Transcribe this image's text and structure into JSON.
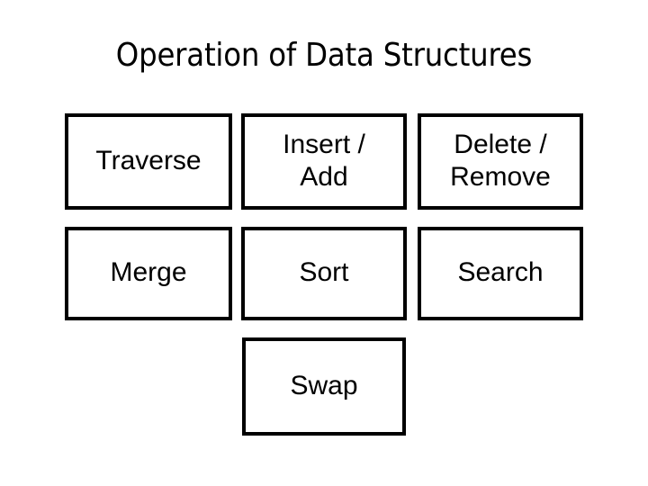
{
  "slide": {
    "title": "Operation of Data Structures",
    "background_color": "#ffffff",
    "text_color": "#000000",
    "border_color": "#000000"
  },
  "boxes": [
    {
      "id": "traverse",
      "label": "Traverse",
      "row": 1,
      "column": 1
    },
    {
      "id": "insert-add",
      "label": "Insert /\nAdd",
      "row": 1,
      "column": 2
    },
    {
      "id": "delete-remove",
      "label": "Delete /\nRemove",
      "row": 1,
      "column": 3
    },
    {
      "id": "merge",
      "label": "Merge",
      "row": 2,
      "column": 1
    },
    {
      "id": "sort",
      "label": "Sort",
      "row": 2,
      "column": 2
    },
    {
      "id": "search",
      "label": "Search",
      "row": 2,
      "column": 3
    },
    {
      "id": "swap",
      "label": "Swap",
      "row": 3,
      "column": 2
    }
  ]
}
